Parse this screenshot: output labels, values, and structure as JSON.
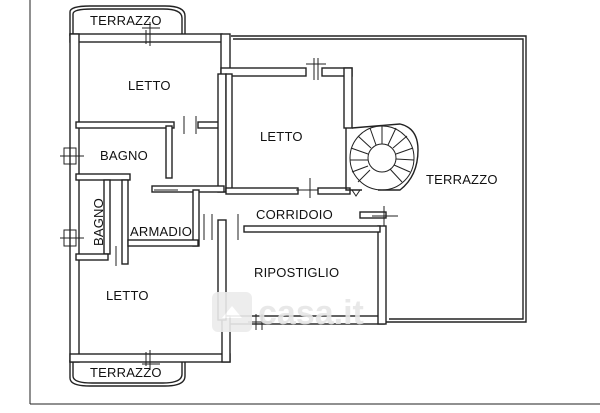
{
  "rooms": {
    "terrazzo_top": "TERRAZZO",
    "letto_top_left": "LETTO",
    "letto_center": "LETTO",
    "bagno_left": "BAGNO",
    "bagno_vertical": "BAGNO",
    "armadio": "ARMADIO",
    "corridoio": "CORRIDOIO",
    "terrazzo_right": "TERRAZZO",
    "ripostiglio": "RIPOSTIGLIO",
    "letto_bottom": "LETTO",
    "terrazzo_bottom": "TERRAZZO"
  },
  "watermark": {
    "text": "casa.it",
    "icon": "casa-logo-icon"
  },
  "colors": {
    "wall": "#222222",
    "background": "#ffffff",
    "watermark": "#e6e6e6"
  }
}
